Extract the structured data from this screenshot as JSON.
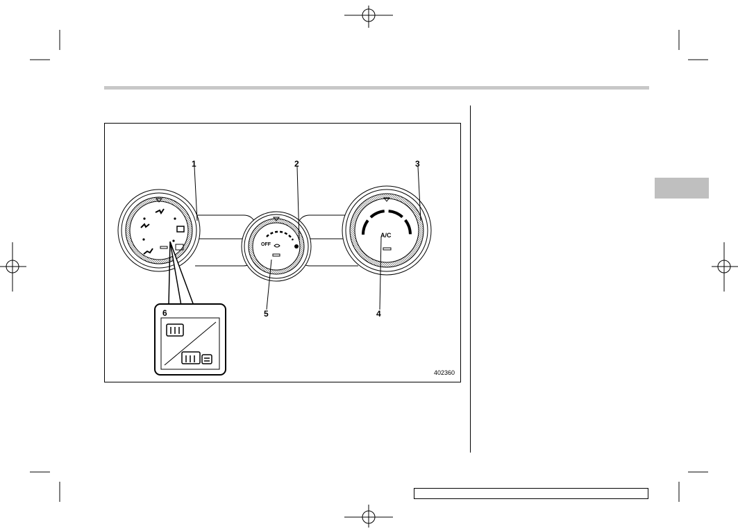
{
  "figure": {
    "code": "402360",
    "callouts": [
      "1",
      "2",
      "3",
      "4",
      "5",
      "6"
    ],
    "center_dial": {
      "off_label": "OFF"
    },
    "right_dial": {
      "ac_label": "A/C"
    }
  },
  "icons": [
    "defrost-rear-window-icon",
    "defrost-mirror-icon",
    "fan-icon",
    "airflow-mode-icons"
  ]
}
